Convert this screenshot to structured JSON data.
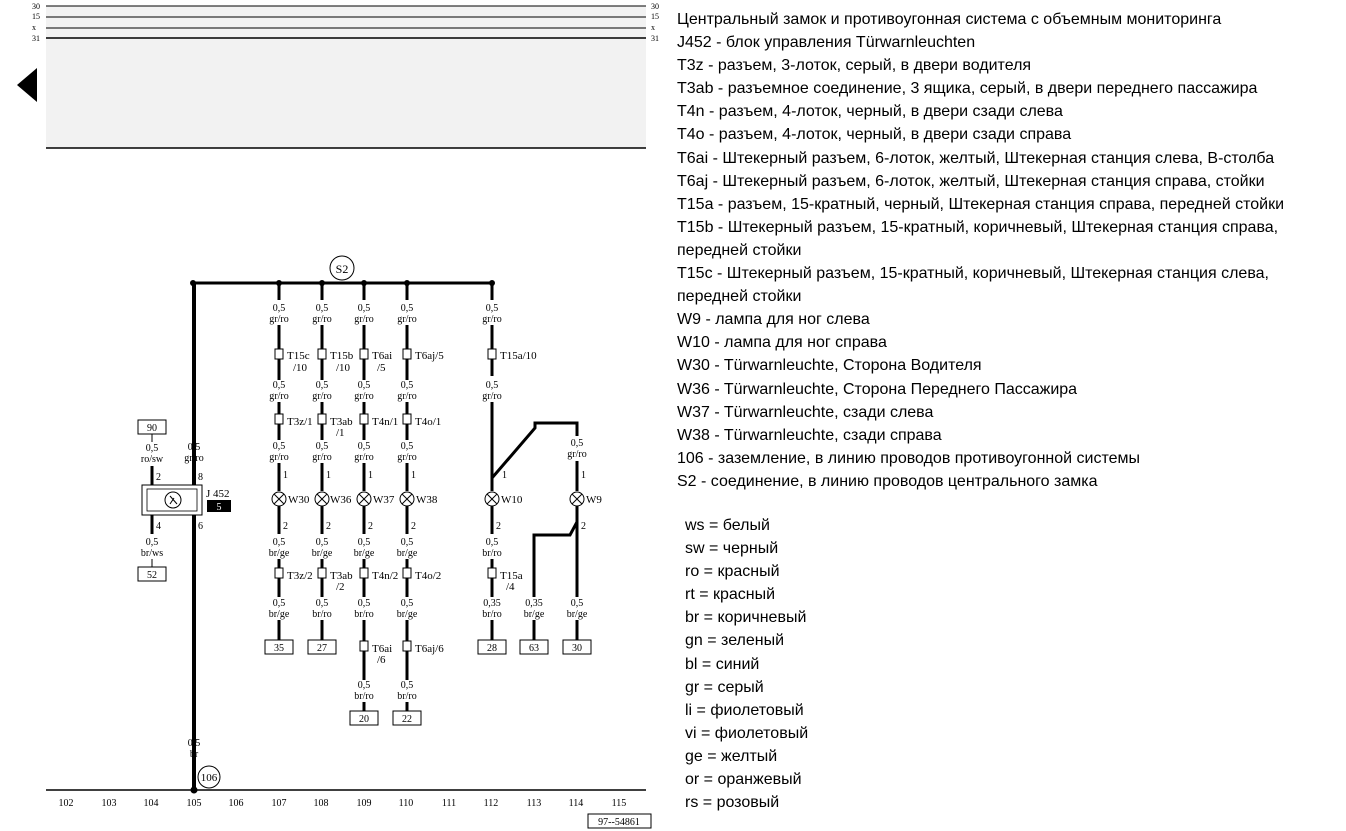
{
  "rails": {
    "left": [
      "30",
      "15",
      "x",
      "31"
    ],
    "right": [
      "30",
      "15",
      "x",
      "31"
    ]
  },
  "drawing_number": "97--54861",
  "columns": [
    "102",
    "103",
    "104",
    "105",
    "106",
    "107",
    "108",
    "109",
    "110",
    "111",
    "112",
    "113",
    "114",
    "115"
  ],
  "splice": "S2",
  "ground": "106",
  "unit": {
    "code": "J 452",
    "badge": "5",
    "pins": {
      "p2": "2",
      "p8": "8",
      "p4": "4",
      "p6": "6"
    }
  },
  "terminals": {
    "t90": "90",
    "t52": "52",
    "t35": "35",
    "t27": "27",
    "t20": "20",
    "t22": "22",
    "t28": "28",
    "t63": "63",
    "t30": "30"
  },
  "wires": {
    "w105_top": {
      "size": "0,5",
      "color": "gr/ro"
    },
    "w104_top": {
      "size": "0,5",
      "color": "ro/sw"
    },
    "w104_bot": {
      "size": "0,5",
      "color": "br/ws"
    },
    "w105_bot": {
      "size": "0,5",
      "color": "br"
    },
    "c107_1": {
      "size": "0,5",
      "color": "gr/ro"
    },
    "c107_2": {
      "size": "0,5",
      "color": "gr/ro"
    },
    "c107_3": {
      "size": "0,5",
      "color": "gr/ro"
    },
    "c107_4": {
      "size": "0,5",
      "color": "br/ge"
    },
    "c107_5": {
      "size": "0,5",
      "color": "br/ge"
    },
    "c108_1": {
      "size": "0,5",
      "color": "gr/ro"
    },
    "c108_2": {
      "size": "0,5",
      "color": "gr/ro"
    },
    "c108_3": {
      "size": "0,5",
      "color": "gr/ro"
    },
    "c108_4": {
      "size": "0,5",
      "color": "br/ge"
    },
    "c108_5": {
      "size": "0,5",
      "color": "br/ro"
    },
    "c109_1": {
      "size": "0,5",
      "color": "gr/ro"
    },
    "c109_2": {
      "size": "0,5",
      "color": "gr/ro"
    },
    "c109_3": {
      "size": "0,5",
      "color": "gr/ro"
    },
    "c109_4": {
      "size": "0,5",
      "color": "br/ge"
    },
    "c109_5": {
      "size": "0,5",
      "color": "br/ro"
    },
    "c109_6": {
      "size": "0,5",
      "color": "br/ro"
    },
    "c110_1": {
      "size": "0,5",
      "color": "gr/ro"
    },
    "c110_2": {
      "size": "0,5",
      "color": "gr/ro"
    },
    "c110_3": {
      "size": "0,5",
      "color": "gr/ro"
    },
    "c110_4": {
      "size": "0,5",
      "color": "br/ge"
    },
    "c110_5": {
      "size": "0,5",
      "color": "br/ge"
    },
    "c110_6": {
      "size": "0,5",
      "color": "br/ro"
    },
    "c112_1": {
      "size": "0,5",
      "color": "gr/ro"
    },
    "c112_2": {
      "size": "0,5",
      "color": "gr/ro"
    },
    "c112_3": {
      "size": "0,5",
      "color": "br/ro"
    },
    "c112_4": {
      "size": "0,35",
      "color": "br/ro"
    },
    "c113": {
      "size": "0,35",
      "color": "br/ge"
    },
    "c114_1": {
      "size": "0,5",
      "color": "gr/ro"
    },
    "c114_2": {
      "size": "0,5",
      "color": "br/ge"
    }
  },
  "connectors": {
    "k107a": [
      "T15c",
      "/10"
    ],
    "k108a": [
      "T15b",
      "/10"
    ],
    "k109a": [
      "T6ai",
      "/5"
    ],
    "k110a": [
      "T6aj/5",
      ""
    ],
    "k107b": [
      "T3z/1",
      ""
    ],
    "k108b": [
      "T3ab",
      "/1"
    ],
    "k109b": [
      "T4n/1",
      ""
    ],
    "k110b": [
      "T4o/1",
      ""
    ],
    "k107c": [
      "T3z/2",
      ""
    ],
    "k108c": [
      "T3ab",
      "/2"
    ],
    "k109c": [
      "T4n/2",
      ""
    ],
    "k110c": [
      "T4o/2",
      ""
    ],
    "k109d": [
      "T6ai",
      "/6"
    ],
    "k110d": [
      "T6aj/6",
      ""
    ],
    "k112a": [
      "T15a/10",
      ""
    ],
    "k112b": [
      "T15a",
      "/4"
    ]
  },
  "lamps": {
    "l107": {
      "label": "W30",
      "pin_top": "1",
      "pin_bot": "2"
    },
    "l108": {
      "label": "W36",
      "pin_top": "1",
      "pin_bot": "2"
    },
    "l109": {
      "label": "W37",
      "pin_top": "1",
      "pin_bot": "2"
    },
    "l110": {
      "label": "W38",
      "pin_top": "1",
      "pin_bot": "2"
    },
    "l112": {
      "label": "W10",
      "pin_top": "1",
      "pin_bot": "2"
    },
    "l114": {
      "label": "W9",
      "pin_top": "1",
      "pin_bot": "2"
    }
  },
  "legend": {
    "title": "Центральный замок и противоугонная система с объемным мониторинга",
    "items": [
      "J452 - блок управления Türwarnleuchten",
      "T3z - разъем, 3-лоток, серый, в двери водителя",
      "T3ab - разъемное соединение, 3 ящика, серый, в двери переднего пассажира",
      "T4n - разъем, 4-лоток, черный, в двери сзади слева",
      "T4o - разъем, 4-лоток, черный, в двери сзади справа",
      "T6ai - Штекерный разъем, 6-лоток, желтый, Штекерная станция слева, В-столба",
      "T6aj - Штекерный разъем, 6-лоток, желтый, Штекерная станция справа, стойки",
      "T15a - разъем, 15-кратный, черный, Штекерная станция справа, передней стойки",
      "T15b - Штекерный разъем, 15-кратный, коричневый, Штекерная станция справа, передней стойки",
      "T15c - Штекерный разъем, 15-кратный, коричневый, Штекерная станция слева, передней стойки",
      "W9 - лампа для ног слева",
      "W10 - лампа для ног справа",
      "W30 - Türwarnleuchte, Сторона Водителя",
      "W36 - Türwarnleuchte, Сторона Переднего Пассажира",
      "W37 - Türwarnleuchte, сзади слева",
      "W38 - Türwarnleuchte, сзади справа",
      "106 - заземление, в линию проводов противоугонной системы",
      "S2 - соединение, в линию проводов центрального замка"
    ]
  },
  "color_codes": [
    "ws = белый",
    "sw = черный",
    "ro = красный",
    "rt = красный",
    "br = коричневый",
    "gn = зеленый",
    "bl = синий",
    "gr = серый",
    "li = фиолетовый",
    "vi = фиолетовый",
    "ge = желтый",
    "or = оранжевый",
    "rs = розовый"
  ]
}
